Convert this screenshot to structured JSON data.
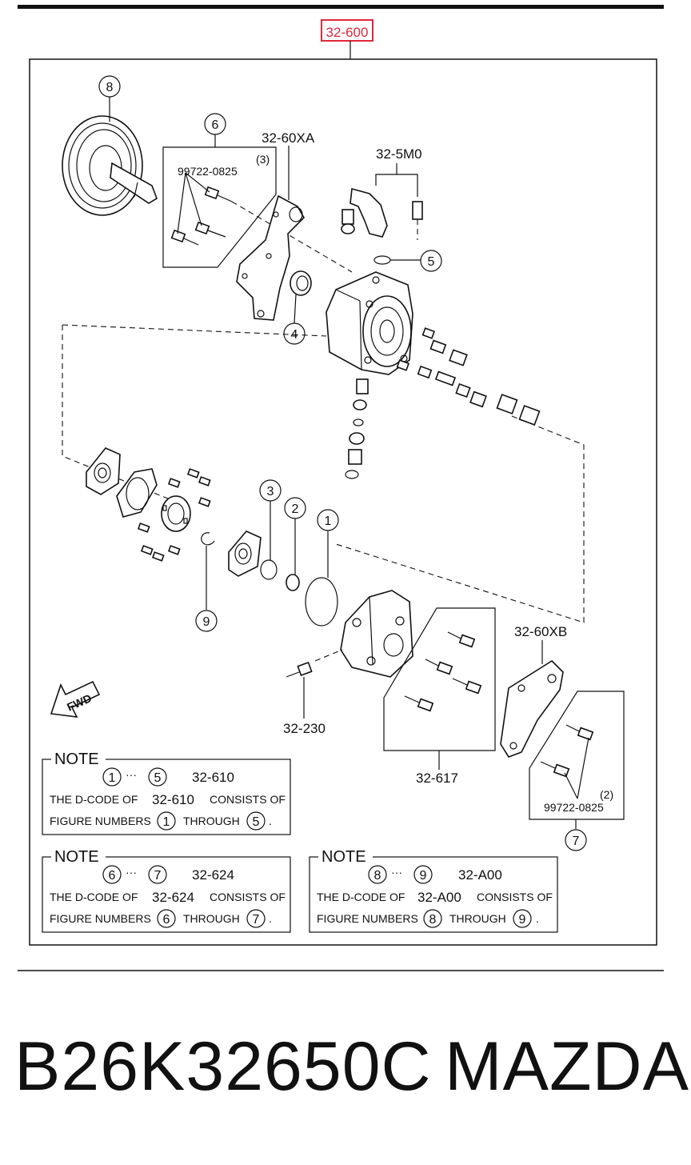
{
  "header": {
    "main_code": "32-600",
    "highlight_color": "#e0283c"
  },
  "callouts": {
    "c1": "1",
    "c2": "2",
    "c3": "3",
    "c4": "4",
    "c5": "5",
    "c6": "6",
    "c7": "7",
    "c8": "8",
    "c9": "9"
  },
  "part_codes": {
    "bracket_a": "32-60XA",
    "hose": "32-5M0",
    "bolt_set_upper": "99722-0825",
    "bolt_set_upper_qty": "(3)",
    "bracket_b": "32-60XB",
    "bolt_set_lower": "99722-0825",
    "bolt_set_lower_qty": "(2)",
    "sensor": "32-230",
    "bolt_kit": "32-617",
    "fwd": "FWD"
  },
  "notes": [
    {
      "title": "NOTE",
      "from": "1",
      "to": "5",
      "code": "32-610",
      "line1_prefix": "THE D-CODE OF",
      "line1_suffix": "CONSISTS OF",
      "line2_prefix": "FIGURE NUMBERS",
      "line2_mid": "THROUGH",
      "line2_end": "."
    },
    {
      "title": "NOTE",
      "from": "6",
      "to": "7",
      "code": "32-624",
      "line1_prefix": "THE D-CODE OF",
      "line1_suffix": "CONSISTS OF",
      "line2_prefix": "FIGURE NUMBERS",
      "line2_mid": "THROUGH",
      "line2_end": "."
    },
    {
      "title": "NOTE",
      "from": "8",
      "to": "9",
      "code": "32-A00",
      "line1_prefix": "THE D-CODE OF",
      "line1_suffix": "CONSISTS OF",
      "line2_prefix": "FIGURE NUMBERS",
      "line2_mid": "THROUGH",
      "line2_end": "."
    }
  ],
  "footer": {
    "part_number": "B26K32650C",
    "brand": "MAZDA"
  }
}
